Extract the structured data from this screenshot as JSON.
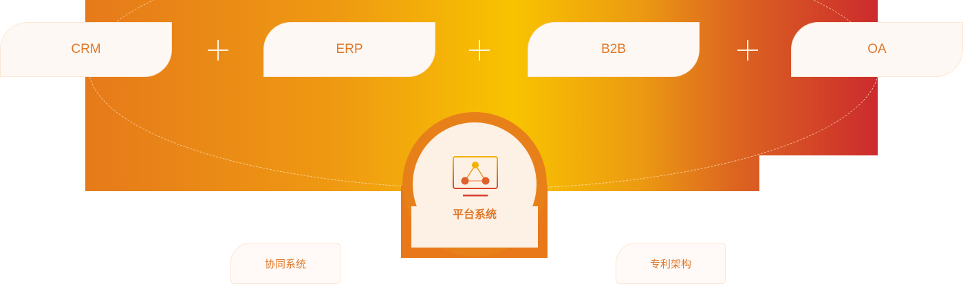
{
  "modules": [
    {
      "label": "CRM"
    },
    {
      "label": "ERP"
    },
    {
      "label": "B2B"
    },
    {
      "label": "OA"
    }
  ],
  "connectors": [
    "+",
    "+",
    "+"
  ],
  "hub": {
    "label": "平台系统",
    "icon": "network-monitor-icon"
  },
  "sub_nodes": [
    {
      "label": "协同系统"
    },
    {
      "label": "专利架构"
    }
  ],
  "colors": {
    "gradient_left": "#e67a1a",
    "gradient_mid": "#f8c300",
    "gradient_right": "#cc2b2d",
    "accent_text": "#e0782a",
    "tag_bg": "#fef8f4"
  }
}
